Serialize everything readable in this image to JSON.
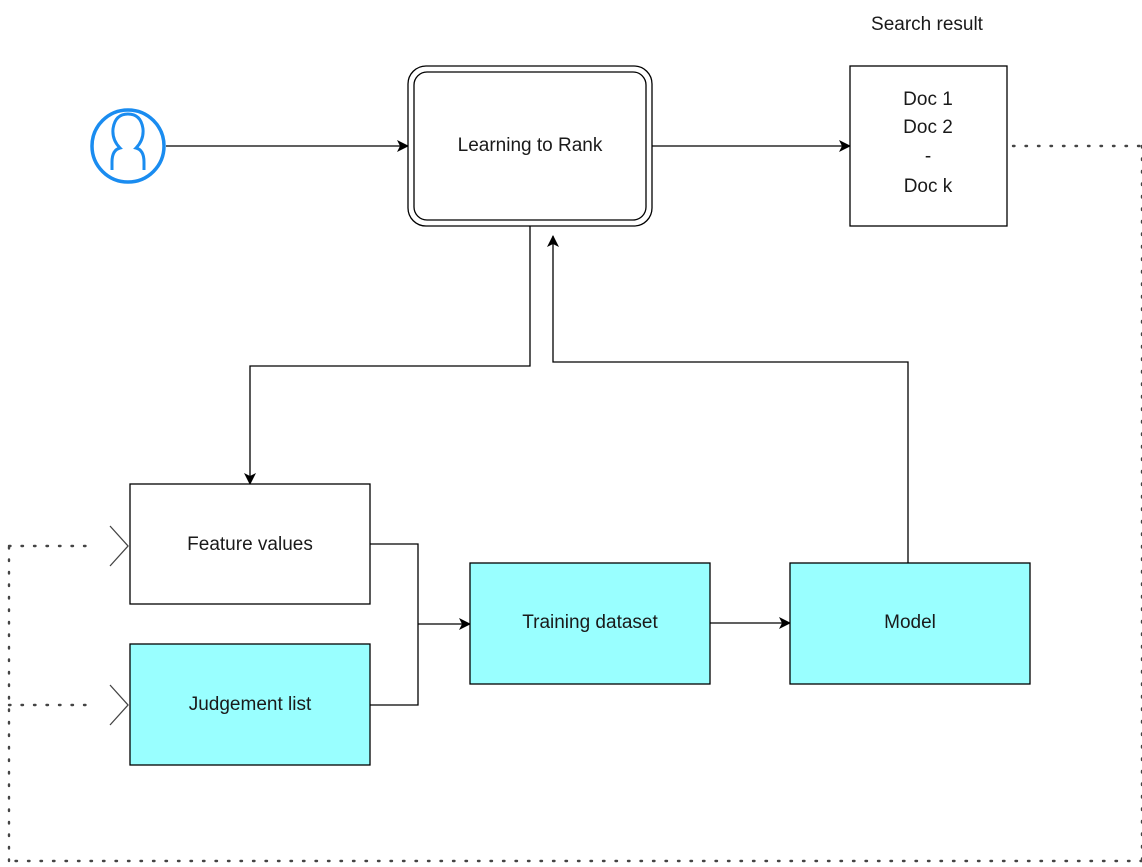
{
  "diagram": {
    "search_result_caption": "Search result",
    "user_icon": "user-icon",
    "nodes": {
      "learning_to_rank": "Learning to Rank",
      "search_result_docs": [
        "Doc 1",
        "Doc 2",
        "-",
        "Doc k"
      ],
      "feature_values": "Feature values",
      "judgement_list": "Judgement list",
      "training_dataset": "Training dataset",
      "model": "Model"
    },
    "colors": {
      "user_icon": "#1a8cf0",
      "highlight_fill": "#99ffff",
      "plain_fill": "#ffffff",
      "line": "#000000"
    }
  }
}
